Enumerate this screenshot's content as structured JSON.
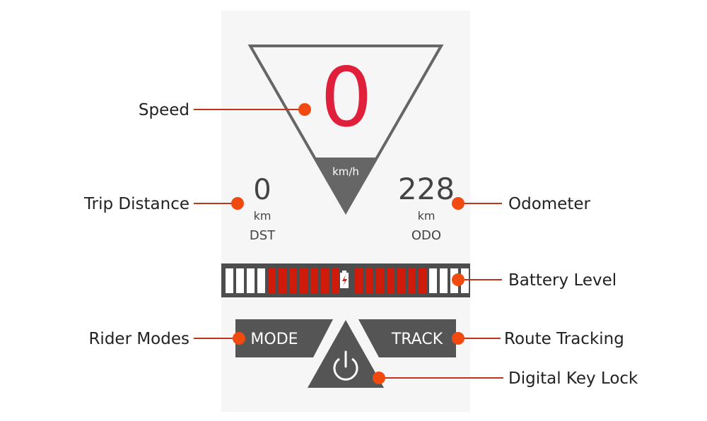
{
  "display": {
    "speed_value": "0",
    "speed_unit": "km/h",
    "trip_value": "0",
    "trip_unit": "km",
    "trip_label": "DST",
    "odo_value": "228",
    "odo_unit": "km",
    "odo_label": "ODO",
    "mode_label": "MODE",
    "track_label": "TRACK",
    "battery_level": 0.64
  },
  "callouts": {
    "speed": "Speed",
    "trip": "Trip Distance",
    "odometer": "Odometer",
    "battery": "Battery Level",
    "rider_modes": "Rider Modes",
    "route_tracking": "Route Tracking",
    "key_lock": "Digital Key Lock"
  },
  "colors": {
    "speed": "#e0203a",
    "callout_dot": "#f04a10",
    "callout_line": "#c0341b",
    "frame": "#666666",
    "button": "#555555",
    "battery_on": "#d01a0a",
    "battery_off": "#ffffff"
  }
}
